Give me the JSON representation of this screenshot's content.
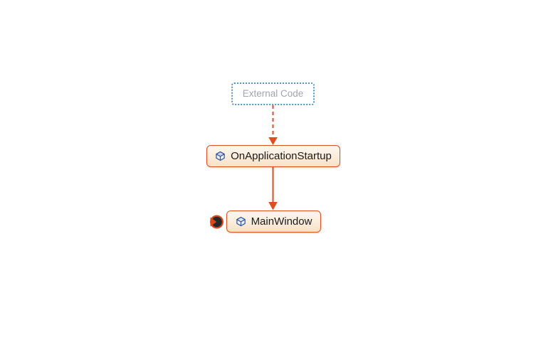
{
  "diagram": {
    "title": "code-map",
    "nodes": [
      {
        "id": "external-code",
        "label": "External Code",
        "type": "external-group"
      },
      {
        "id": "on-application-startup",
        "label": "OnApplicationStartup",
        "type": "method",
        "icon": "cube-icon"
      },
      {
        "id": "main-window",
        "label": "MainWindow",
        "type": "method",
        "icon": "cube-icon"
      }
    ],
    "edges": [
      {
        "from": "external-code",
        "to": "on-application-startup",
        "style": "dashed"
      },
      {
        "from": "on-application-startup",
        "to": "main-window",
        "style": "solid"
      }
    ],
    "badge": {
      "attached_to": "main-window",
      "name": "incoming-link-badge"
    }
  },
  "colors": {
    "edge": "#dd4f1e",
    "node_border": "#e0511f",
    "node_fill_top": "#fdf7ee",
    "node_fill_bottom": "#f8e1c5",
    "external_border": "#4e95c9",
    "external_text": "#a0a6ab",
    "node_text": "#1a1a1a",
    "icon_stroke": "#34549c",
    "icon_face": "#c8d5ec",
    "badge_ring": "#d9481c",
    "badge_fill": "#26282b",
    "canvas_background": "#ffffff"
  }
}
